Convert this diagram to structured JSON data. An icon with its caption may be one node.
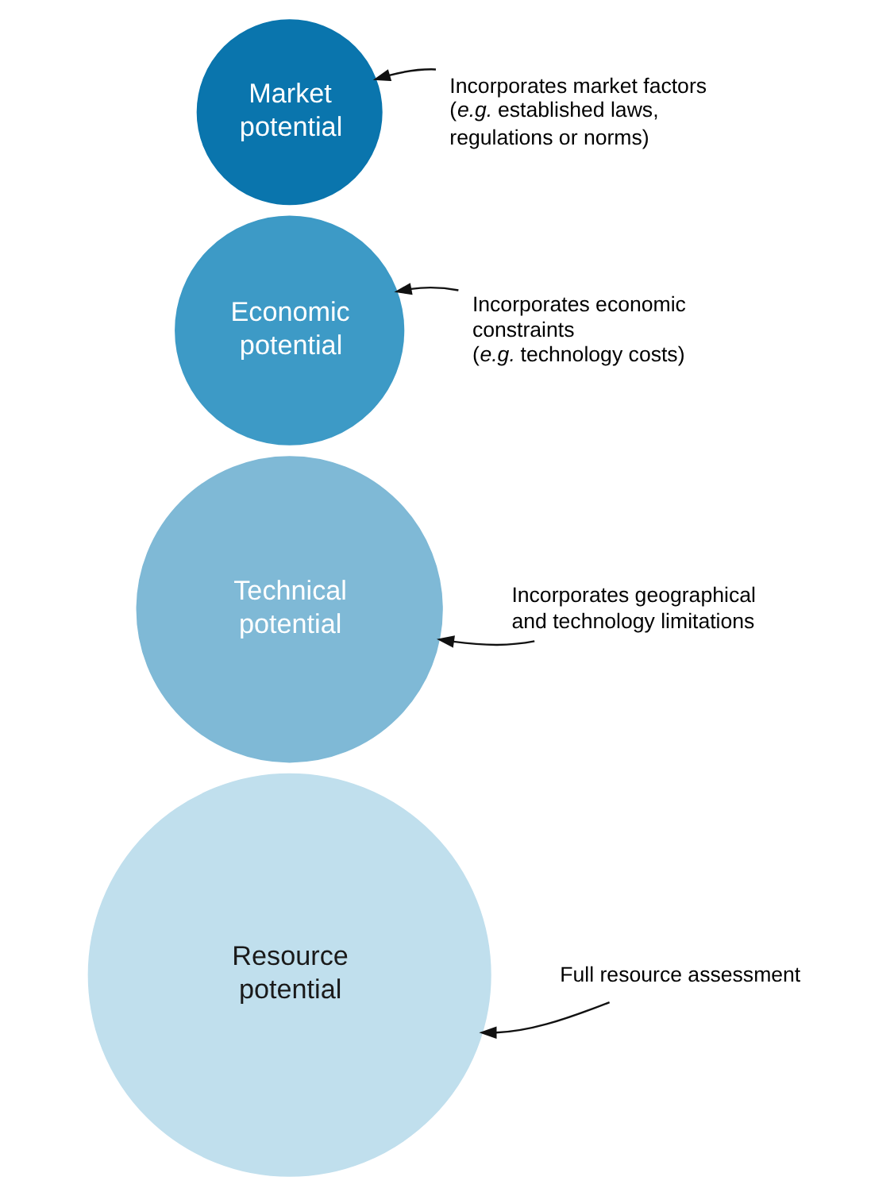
{
  "diagram": {
    "nodes": [
      {
        "text": [
          "Market potential"
        ]
      },
      {
        "text": [
          "Incorporates market factors",
          "(*e.g.* established laws, regulations or norms)"
        ]
      },
      {
        "text": [
          "Economic potential"
        ]
      },
      {
        "text": [
          "Incorporates economic constraints",
          "(*e.g.* technology costs)"
        ]
      },
      {
        "text": [
          "Technical potential"
        ]
      },
      {
        "text": [
          "Incorporates geographical and technology limitations"
        ]
      },
      {
        "text": [
          "Resource potential"
        ]
      },
      {
        "text": [
          "Full resource assessment"
        ]
      }
    ],
    "edges": [
      {
        "from": 1,
        "to": 0,
        "arrow": "to"
      },
      {
        "from": 3,
        "to": 2,
        "arrow": "to"
      },
      {
        "from": 5,
        "to": 4,
        "arrow": "to"
      },
      {
        "from": 7,
        "to": 6,
        "arrow": "to"
      }
    ]
  }
}
